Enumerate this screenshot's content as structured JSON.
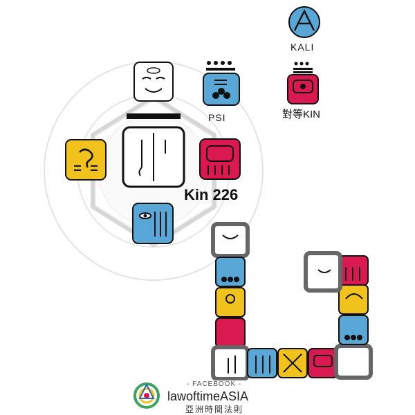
{
  "labels": {
    "kali": "KALI",
    "psi": "PSI",
    "kin_equivalent": "對等KIN",
    "kin_number": "Kin 226"
  },
  "brand": {
    "facebook": "- FACEBOOK -",
    "name": "lawoftimeASIA",
    "subtitle": "亞洲時間法則"
  },
  "colors": {
    "red": "#d9194f",
    "blue": "#59a7d6",
    "yellow": "#f1c21b",
    "white": "#ffffff",
    "dark": "#111111",
    "ring": "#dcdcdc"
  }
}
